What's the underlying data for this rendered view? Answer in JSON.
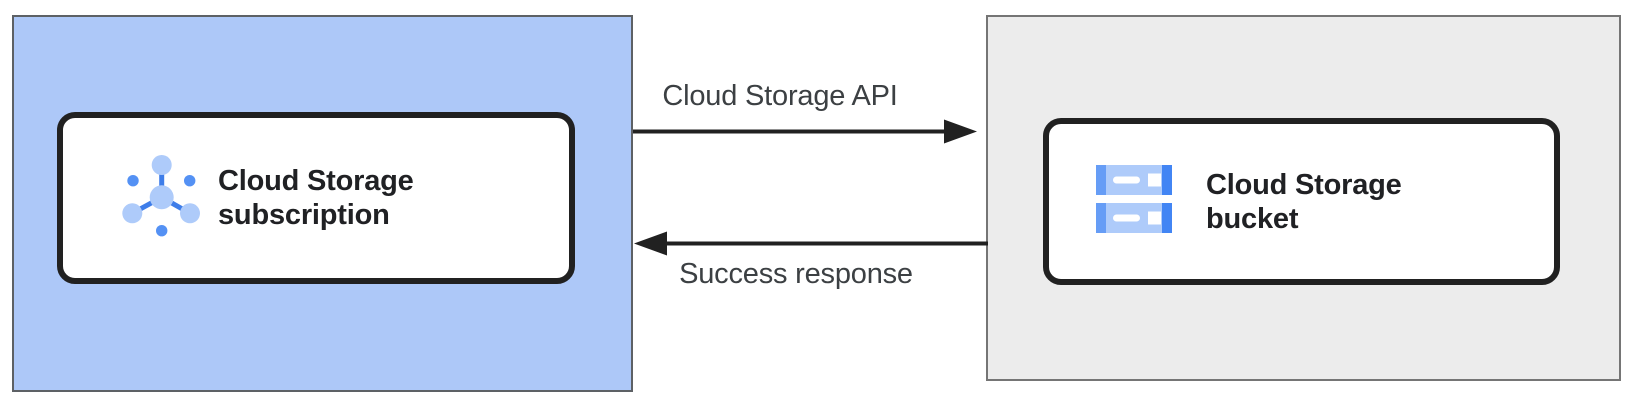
{
  "diagram": {
    "left_zone": {
      "kind": "pubsub-subscription-zone",
      "card": {
        "label": "Cloud Storage subscription",
        "icon": "pubsub-icon"
      }
    },
    "right_zone": {
      "kind": "cloud-storage-zone",
      "card": {
        "label": "Cloud Storage bucket",
        "icon": "cloud-storage-bucket-icon"
      }
    },
    "request_arrow": {
      "label": "Cloud Storage API",
      "direction": "left-to-right"
    },
    "response_arrow": {
      "label": "Success response",
      "direction": "right-to-left"
    },
    "colors": {
      "zone_blue_fill": "#adc8f8",
      "zone_blue_border": "#5d6165",
      "zone_gray_fill": "#ececec",
      "zone_gray_border": "#757575",
      "card_fill": "#ffffff",
      "card_border": "#212121",
      "card_text": "#202124",
      "arrow": "#212121",
      "arrow_label_text": "#3c4043",
      "icon_blue_light": "#aecbfa",
      "icon_blue_medium": "#5491f4",
      "icon_blue_dark": "#4285f4",
      "icon_connector_blue": "#3e7de9"
    }
  }
}
